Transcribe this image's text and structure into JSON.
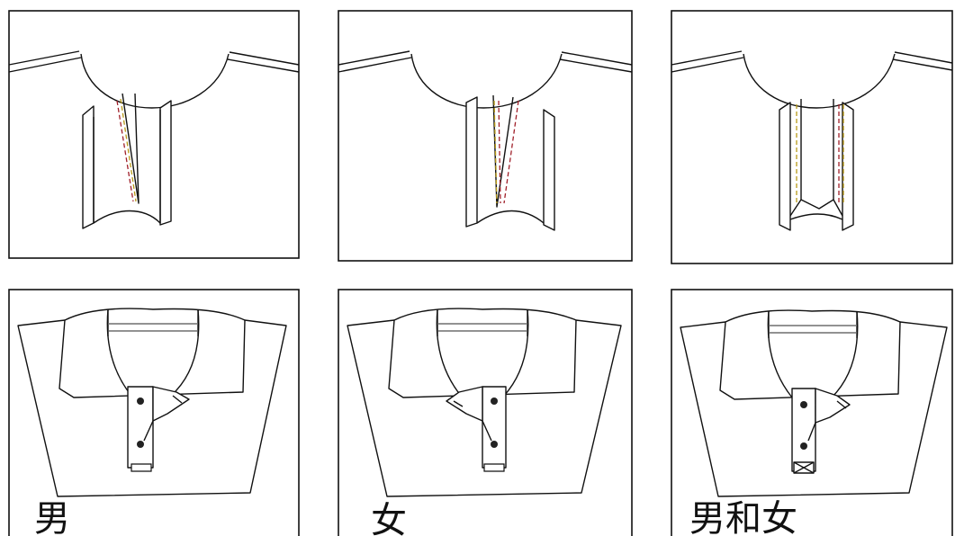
{
  "labels": {
    "men": "男",
    "women": "女",
    "men_and_women": "男和女"
  }
}
